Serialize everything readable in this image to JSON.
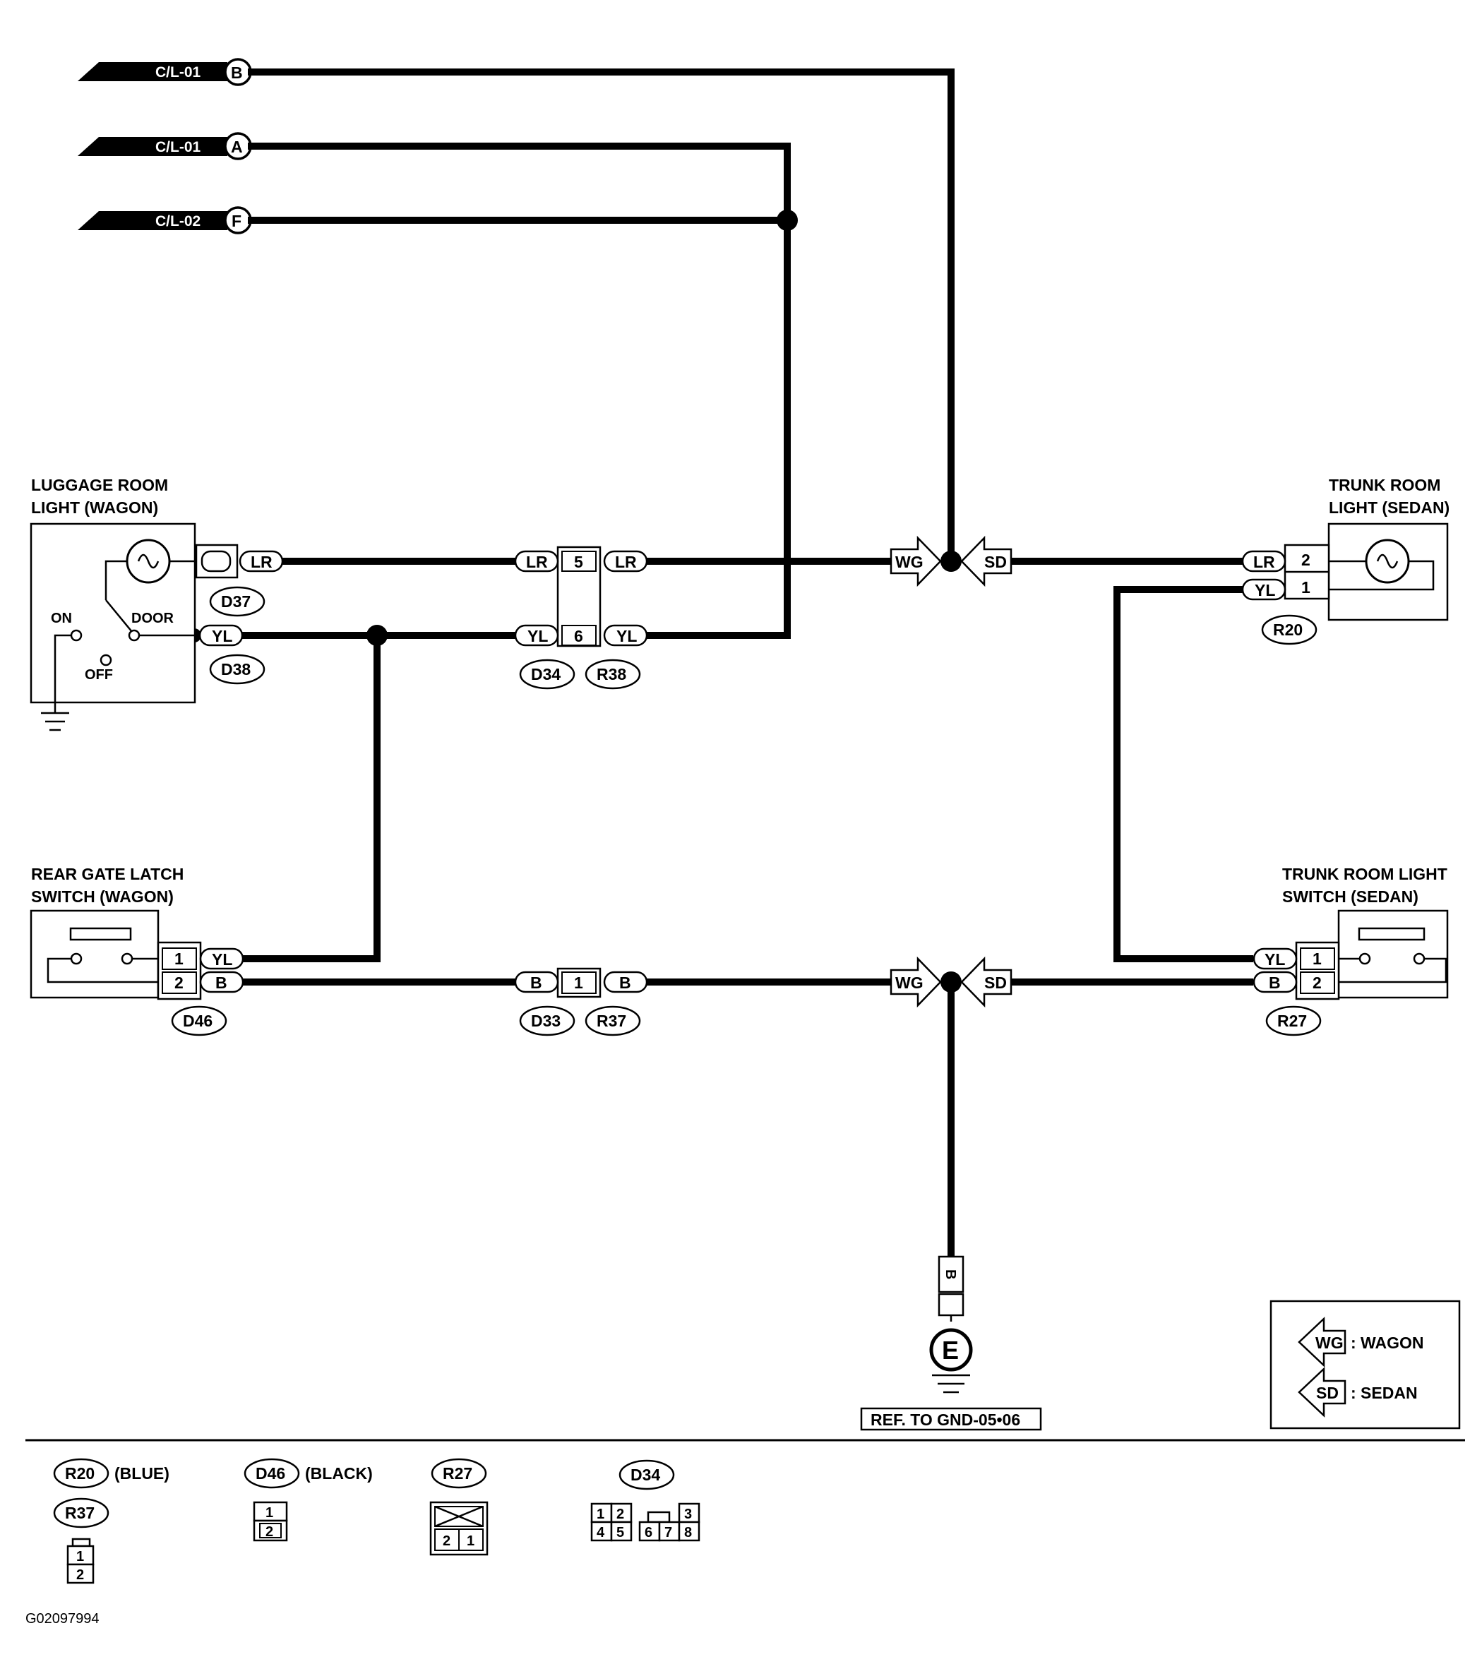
{
  "source_tags": [
    {
      "label": "C/L-01",
      "letter": "B"
    },
    {
      "label": "C/L-01",
      "letter": "A"
    },
    {
      "label": "C/L-02",
      "letter": "F"
    }
  ],
  "components": {
    "luggage_light": {
      "title1": "LUGGAGE ROOM",
      "title2": "LIGHT (WAGON)",
      "on": "ON",
      "door": "DOOR",
      "off": "OFF"
    },
    "trunk_light": {
      "title1": "TRUNK ROOM",
      "title2": "LIGHT (SEDAN)"
    },
    "rear_gate_switch": {
      "title1": "REAR GATE LATCH",
      "title2": "SWITCH (WAGON)"
    },
    "trunk_switch": {
      "title1": "TRUNK ROOM LIGHT",
      "title2": "SWITCH (SEDAN)"
    }
  },
  "wire_colors": {
    "lr": "LR",
    "yl": "YL",
    "b": "B"
  },
  "pins": {
    "p1": "1",
    "p2": "2",
    "p5": "5",
    "p6": "6"
  },
  "connectors": {
    "d37": "D37",
    "d38": "D38",
    "d34": "D34",
    "r38": "R38",
    "r20": "R20",
    "d46": "D46",
    "d33": "D33",
    "r37": "R37",
    "r27": "R27"
  },
  "arrows": {
    "wg": "WG",
    "sd": "SD"
  },
  "ground": {
    "letter": "E",
    "wire": "B",
    "ref": "REF. TO GND-05•06"
  },
  "legend": {
    "wg_text": ": WAGON",
    "sd_text": ": SEDAN"
  },
  "connector_views": [
    {
      "name": "R20",
      "note": "(BLUE)"
    },
    {
      "name": "R37",
      "note": ""
    },
    {
      "name": "D46",
      "note": "(BLACK)"
    },
    {
      "name": "R27",
      "note": ""
    },
    {
      "name": "D34",
      "note": ""
    }
  ],
  "connector_pins": {
    "r20": [
      "1",
      "2"
    ],
    "d46": [
      "1",
      "2"
    ],
    "r27": [
      "2",
      "1"
    ],
    "d34_top": [
      "1",
      "2",
      "3"
    ],
    "d34_bottom": [
      "4",
      "5",
      "6",
      "7",
      "8"
    ]
  },
  "figure_id": "G02097994"
}
